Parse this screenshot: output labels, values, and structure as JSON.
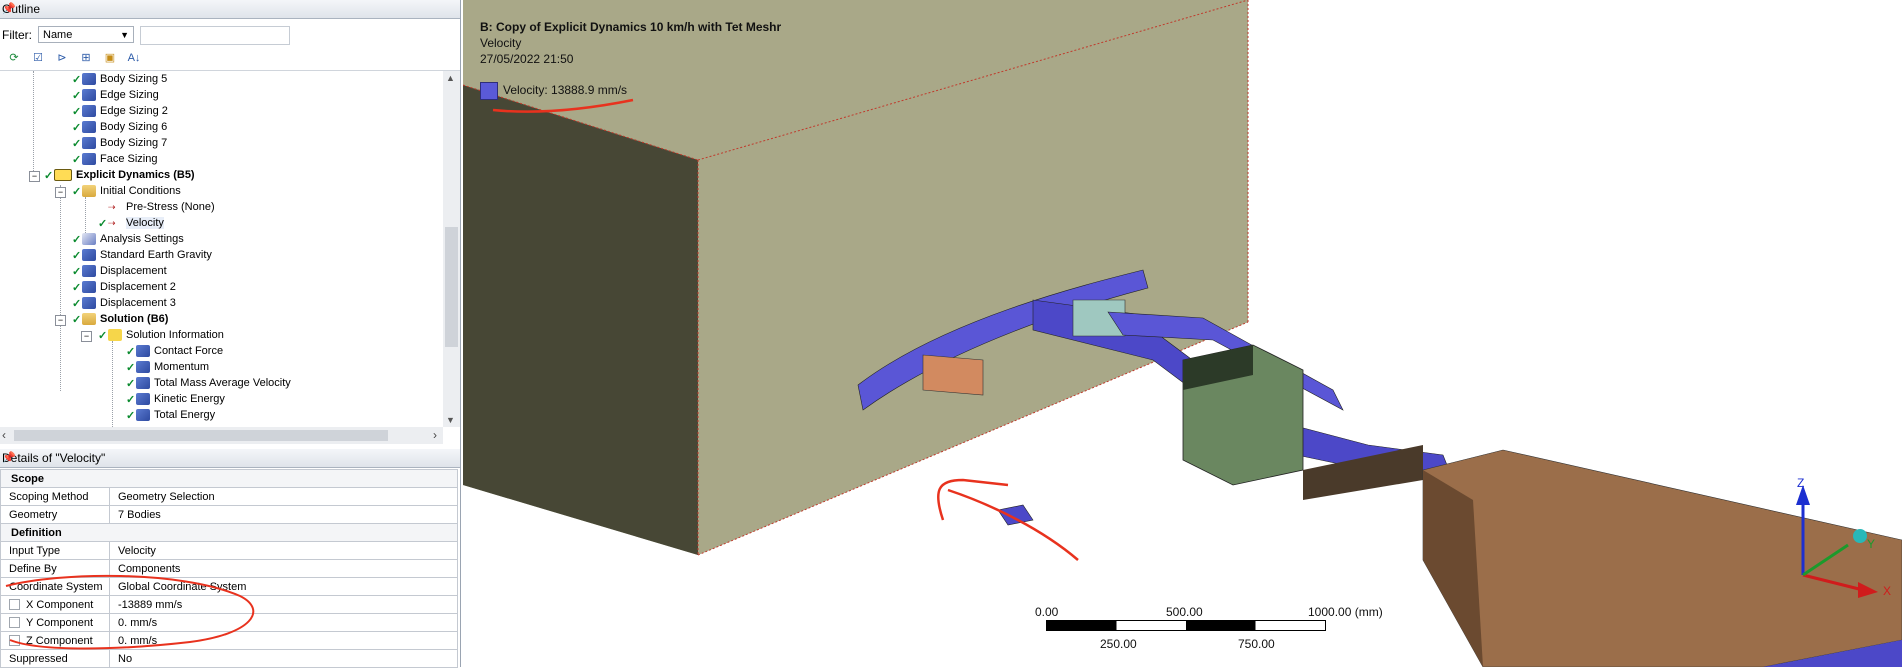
{
  "outline": {
    "title": "Outline",
    "filter_label": "Filter:",
    "filter_value": "Name",
    "filter_text": ""
  },
  "tree": {
    "items": [
      {
        "label": "Body Sizing 5"
      },
      {
        "label": "Edge Sizing"
      },
      {
        "label": "Edge Sizing 2"
      },
      {
        "label": "Body Sizing 6"
      },
      {
        "label": "Body Sizing 7"
      },
      {
        "label": "Face Sizing"
      },
      {
        "label": "Explicit Dynamics (B5)"
      },
      {
        "label": "Initial Conditions"
      },
      {
        "label": "Pre-Stress (None)"
      },
      {
        "label": "Velocity"
      },
      {
        "label": "Analysis Settings"
      },
      {
        "label": "Standard Earth Gravity"
      },
      {
        "label": "Displacement"
      },
      {
        "label": "Displacement 2"
      },
      {
        "label": "Displacement 3"
      },
      {
        "label": "Solution (B6)"
      },
      {
        "label": "Solution Information"
      },
      {
        "label": "Contact Force"
      },
      {
        "label": "Momentum"
      },
      {
        "label": "Total Mass Average Velocity"
      },
      {
        "label": "Kinetic Energy"
      },
      {
        "label": "Total Energy"
      }
    ]
  },
  "details": {
    "title": "Details of \"Velocity\"",
    "groups": {
      "scope": "Scope",
      "definition": "Definition"
    },
    "rows": {
      "scoping_method": {
        "k": "Scoping Method",
        "v": "Geometry Selection"
      },
      "geometry": {
        "k": "Geometry",
        "v": "7 Bodies"
      },
      "input_type": {
        "k": "Input Type",
        "v": "Velocity"
      },
      "define_by": {
        "k": "Define By",
        "v": "Components"
      },
      "coord_system": {
        "k": "Coordinate System",
        "v": "Global Coordinate System"
      },
      "x_component": {
        "k": "X Component",
        "v": "-13889 mm/s"
      },
      "y_component": {
        "k": "Y Component",
        "v": "0. mm/s"
      },
      "z_component": {
        "k": "Z Component",
        "v": "0. mm/s"
      },
      "suppressed": {
        "k": "Suppressed",
        "v": "No"
      }
    }
  },
  "viewport": {
    "title": "B: Copy of Explicit Dynamics 10 km/h with Tet Meshr",
    "subtitle": "Velocity",
    "timestamp": "27/05/2022 21:50",
    "legend": "Velocity: 13888.9 mm/s",
    "legend_color": "#5a5ad8",
    "scale": {
      "top": [
        "0.00",
        "500.00",
        "1000.00 (mm)"
      ],
      "bottom": [
        "250.00",
        "750.00"
      ]
    },
    "axes": {
      "x": "X",
      "y": "Y",
      "z": "Z"
    }
  },
  "colors": {
    "box_front": "#a9a888",
    "box_side": "#474735",
    "duct": "#5a56d6",
    "platform": "#9b6e4a",
    "cube": "#6a8760",
    "annotation": "#e8321e"
  }
}
